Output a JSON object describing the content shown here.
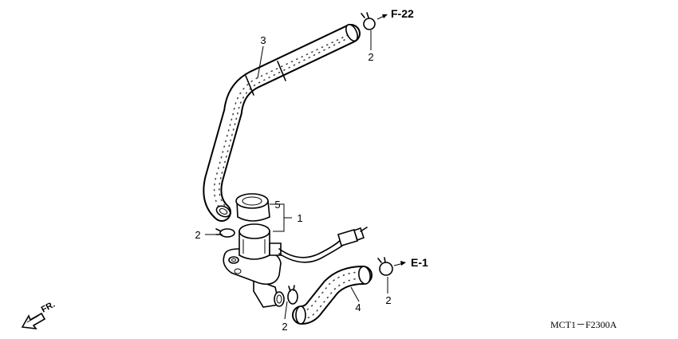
{
  "diagram": {
    "part_labels": {
      "p1": "1",
      "p2a": "2",
      "p2b": "2",
      "p2c": "2",
      "p2d": "2",
      "p3": "3",
      "p4": "4",
      "p5": "5"
    },
    "refs": {
      "f22": "F-22",
      "e1": "E-1"
    },
    "direction_label": "FR.",
    "figure_code": "MCT1－F2300A"
  },
  "colors": {
    "line": "#000000",
    "background": "#ffffff"
  }
}
